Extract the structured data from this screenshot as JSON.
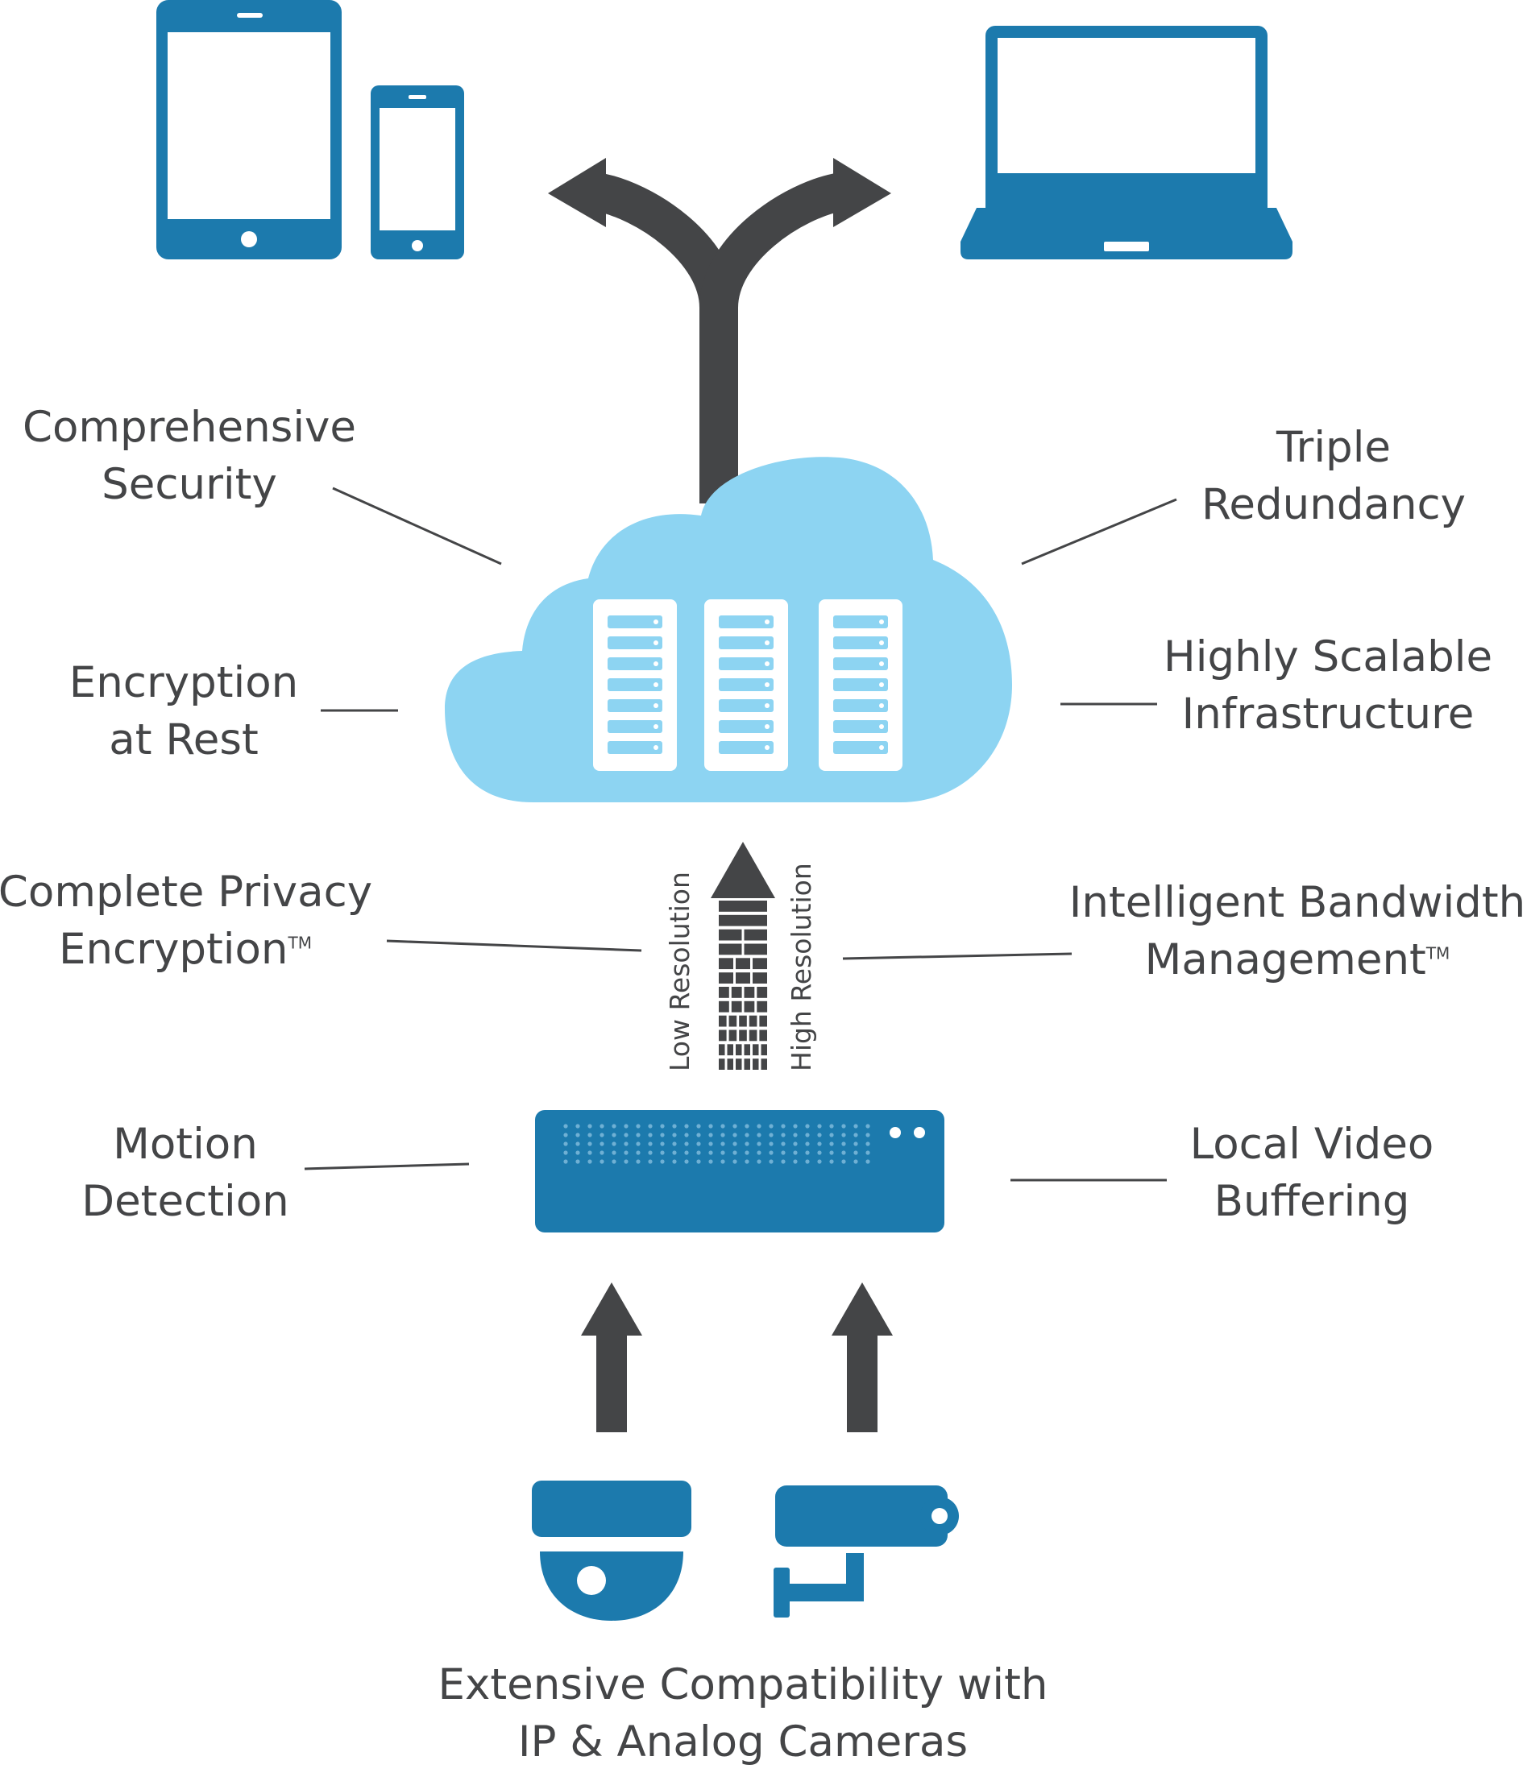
{
  "diagram": {
    "colors": {
      "device_blue": "#1c7aad",
      "cloud_blue": "#8dd4f2",
      "arrow_dark": "#444547",
      "text": "#444547",
      "leader_line": "#444547",
      "white": "#ffffff"
    },
    "devices": {
      "tablet": "tablet-icon",
      "phone": "phone-icon",
      "laptop": "laptop-icon"
    },
    "cloud": {
      "icon": "cloud-icon",
      "servers": [
        "server-icon",
        "server-icon",
        "server-icon"
      ]
    },
    "stream": {
      "low_label": "Low Resolution",
      "high_label": "High Resolution"
    },
    "labels": {
      "comprehensive_security": {
        "line1": "Comprehensive",
        "line2": "Security"
      },
      "triple_redundancy": {
        "line1": "Triple",
        "line2": "Redundancy"
      },
      "encryption_at_rest": {
        "line1": "Encryption",
        "line2": "at Rest"
      },
      "highly_scalable": {
        "line1": "Highly Scalable",
        "line2": "Infrastructure"
      },
      "complete_privacy": {
        "line1": "Complete Privacy",
        "line2": "Encryption",
        "tm": "TM"
      },
      "intelligent_bandwidth": {
        "line1": "Intelligent Bandwidth",
        "line2": "Management",
        "tm": "TM"
      },
      "motion_detection": {
        "line1": "Motion",
        "line2": "Detection"
      },
      "local_video_buffering": {
        "line1": "Local Video",
        "line2": "Buffering"
      },
      "extensive_compatibility": {
        "line1": "Extensive Compatibility with",
        "line2": "IP & Analog Cameras"
      }
    },
    "recorder": "recorder-icon",
    "cameras": {
      "dome": "dome-camera-icon",
      "bullet": "bullet-camera-icon"
    }
  }
}
